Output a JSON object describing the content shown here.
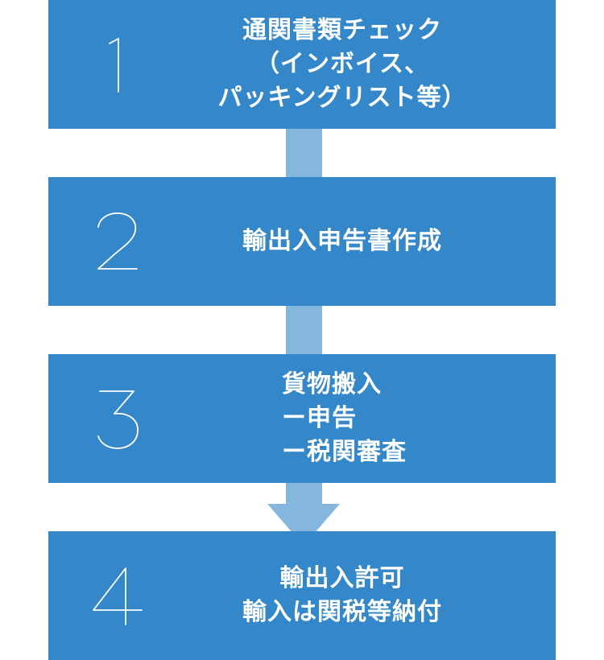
{
  "steps": [
    {
      "number": "1",
      "lines": [
        "通関書類チェック",
        "（インボイス、",
        "パッキングリスト等）"
      ]
    },
    {
      "number": "2",
      "lines": [
        "輸出入申告書作成"
      ]
    },
    {
      "number": "3",
      "lines": [
        "貨物搬入",
        "ー申告",
        "ー税関審査"
      ]
    },
    {
      "number": "4",
      "lines": [
        "輸出入許可",
        "輸入は関税等納付"
      ]
    }
  ],
  "colors": {
    "step_fill": "#3488c9",
    "connector_fill": "#85b6de",
    "text": "#ffffff"
  }
}
